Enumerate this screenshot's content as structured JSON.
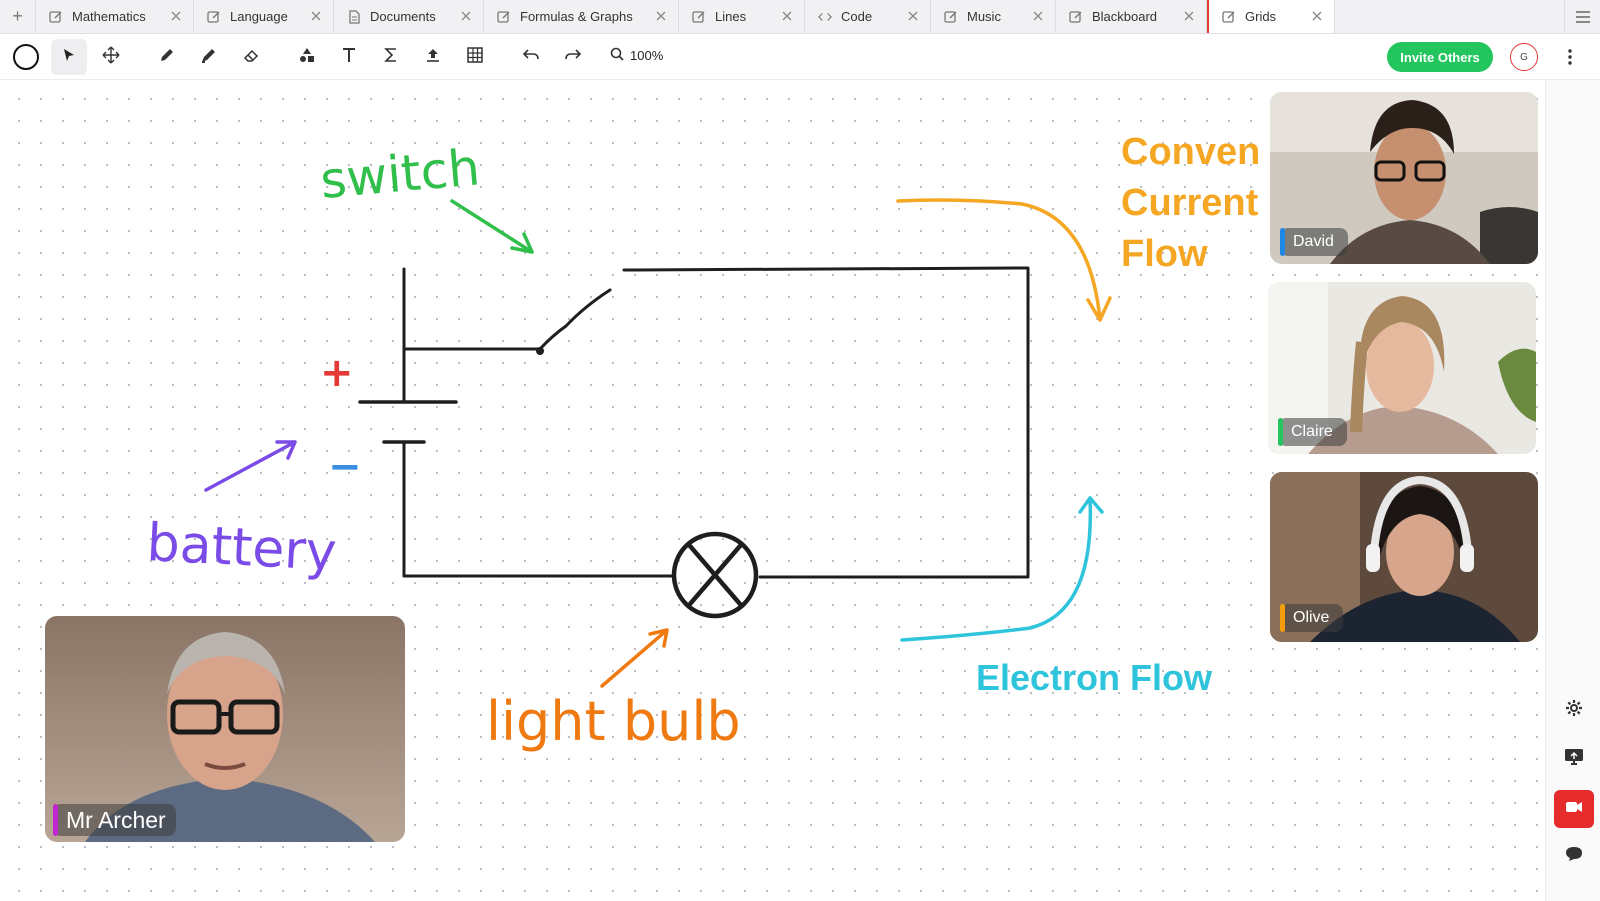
{
  "tabs": [
    {
      "label": "Mathematics",
      "icon": "edit-icon"
    },
    {
      "label": "Language",
      "icon": "edit-icon"
    },
    {
      "label": "Documents",
      "icon": "document-icon"
    },
    {
      "label": "Formulas & Graphs",
      "icon": "edit-icon"
    },
    {
      "label": "Lines",
      "icon": "edit-icon"
    },
    {
      "label": "Code",
      "icon": "code-icon"
    },
    {
      "label": "Music",
      "icon": "edit-icon"
    },
    {
      "label": "Blackboard",
      "icon": "edit-icon"
    },
    {
      "label": "Grids",
      "icon": "edit-icon",
      "active": true
    }
  ],
  "toolbar": {
    "tools": [
      "color-picker",
      "select",
      "move",
      "pencil",
      "marker",
      "eraser",
      "shapes",
      "text",
      "formula",
      "upload",
      "table",
      "undo",
      "redo"
    ],
    "selected_tool": "select",
    "zoom": "100%",
    "invite_label": "Invite Others",
    "avatar_initial": "G"
  },
  "board": {
    "labels": {
      "switch": "switch",
      "battery": "battery",
      "light_bulb": "light bulb",
      "plus": "+",
      "minus": "−",
      "conventional_line1": "Conven",
      "conventional_line2": "Current",
      "conventional_line3": "Flow",
      "electron_flow": "Electron Flow"
    },
    "colors": {
      "switch": "#2fbf4a",
      "battery": "#7a4be6",
      "light_bulb": "#f07a12",
      "plus": "#e53935",
      "minus": "#3b8fe0",
      "conventional": "#f5a623",
      "electron": "#2ec4dc",
      "circuit": "#1e1e1e"
    }
  },
  "participants": [
    {
      "name": "David",
      "accent": "#1e88e5"
    },
    {
      "name": "Claire",
      "accent": "#22c55e"
    },
    {
      "name": "Olive",
      "accent": "#f59e0b"
    }
  ],
  "host": {
    "name": "Mr Archer",
    "accent": "#c026d3"
  },
  "rail": [
    "settings-icon",
    "screen-share-icon",
    "record-icon",
    "chat-icon"
  ]
}
